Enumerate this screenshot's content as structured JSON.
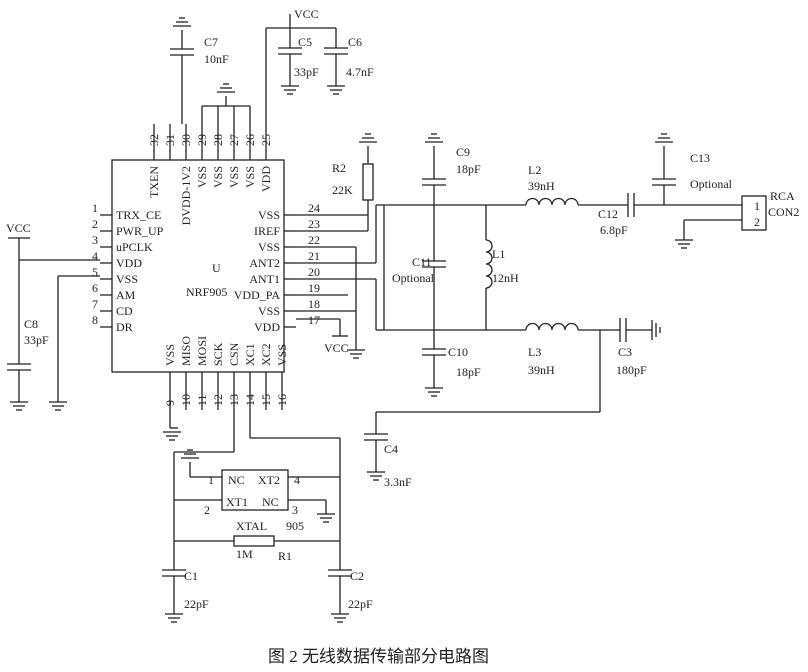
{
  "caption": "图 2  无线数据传输部分电路图",
  "ic": {
    "ref": "U",
    "part": "NRF905",
    "left_pins": [
      {
        "num": "1",
        "name": "TRX_CE"
      },
      {
        "num": "2",
        "name": "PWR_UP"
      },
      {
        "num": "3",
        "name": "uPCLK"
      },
      {
        "num": "4",
        "name": "VDD"
      },
      {
        "num": "5",
        "name": "VSS"
      },
      {
        "num": "6",
        "name": "AM"
      },
      {
        "num": "7",
        "name": "CD"
      },
      {
        "num": "8",
        "name": "DR"
      }
    ],
    "right_pins": [
      {
        "num": "24",
        "name": "VSS"
      },
      {
        "num": "23",
        "name": "IREF"
      },
      {
        "num": "22",
        "name": "VSS"
      },
      {
        "num": "21",
        "name": "ANT2"
      },
      {
        "num": "20",
        "name": "ANT1"
      },
      {
        "num": "19",
        "name": "VDD_PA"
      },
      {
        "num": "18",
        "name": "VSS"
      },
      {
        "num": "17",
        "name": "VDD"
      }
    ],
    "top_pins": [
      {
        "num": "32",
        "name": "TXEN"
      },
      {
        "num": "31",
        "name": ""
      },
      {
        "num": "30",
        "name": "DVDD-1V2"
      },
      {
        "num": "29",
        "name": "VSS"
      },
      {
        "num": "28",
        "name": "VSS"
      },
      {
        "num": "27",
        "name": "VSS"
      },
      {
        "num": "26",
        "name": "VSS"
      },
      {
        "num": "25",
        "name": "VDD"
      }
    ],
    "bottom_pins": [
      {
        "num": "9",
        "name": "VSS"
      },
      {
        "num": "10",
        "name": "MISO"
      },
      {
        "num": "11",
        "name": "MOSI"
      },
      {
        "num": "12",
        "name": "SCK"
      },
      {
        "num": "13",
        "name": "CSN"
      },
      {
        "num": "14",
        "name": "XC1"
      },
      {
        "num": "15",
        "name": "XC2"
      },
      {
        "num": "16",
        "name": "VSS"
      }
    ]
  },
  "components": {
    "c7": {
      "ref": "C7",
      "value": "10nF"
    },
    "c5": {
      "ref": "C5",
      "value": "33pF"
    },
    "c6": {
      "ref": "C6",
      "value": "4.7nF"
    },
    "c8": {
      "ref": "C8",
      "value": "33pF"
    },
    "r2": {
      "ref": "R2",
      "value": "22K"
    },
    "c9": {
      "ref": "C9",
      "value": "18pF"
    },
    "c10": {
      "ref": "C10",
      "value": "18pF"
    },
    "c11": {
      "ref": "C11",
      "value": "Optional"
    },
    "l1": {
      "ref": "L1",
      "value": "12nH"
    },
    "l2": {
      "ref": "L2",
      "value": "39nH"
    },
    "l3": {
      "ref": "L3",
      "value": "39nH"
    },
    "c12": {
      "ref": "C12",
      "value": "6.8pF"
    },
    "c13": {
      "ref": "C13",
      "value": "Optional"
    },
    "c3": {
      "ref": "C3",
      "value": "180pF"
    },
    "c4": {
      "ref": "C4",
      "value": "3.3nF"
    },
    "c1": {
      "ref": "C1",
      "value": "22pF"
    },
    "c2": {
      "ref": "C2",
      "value": "22pF"
    },
    "r1": {
      "ref": "R1",
      "value": "1M"
    }
  },
  "connector": {
    "name": "RCA",
    "part": "CON2",
    "pin1": "1",
    "pin2": "2"
  },
  "crystal": {
    "name": "XTAL",
    "part": "905",
    "p1": "1",
    "p2": "2",
    "p3": "3",
    "p4": "4",
    "nc1": "NC",
    "nc2": "NC",
    "xt1": "XT1",
    "xt2": "XT2"
  },
  "power": {
    "vcc_top": "VCC",
    "vcc_left": "VCC",
    "vcc_mid": "VCC"
  }
}
